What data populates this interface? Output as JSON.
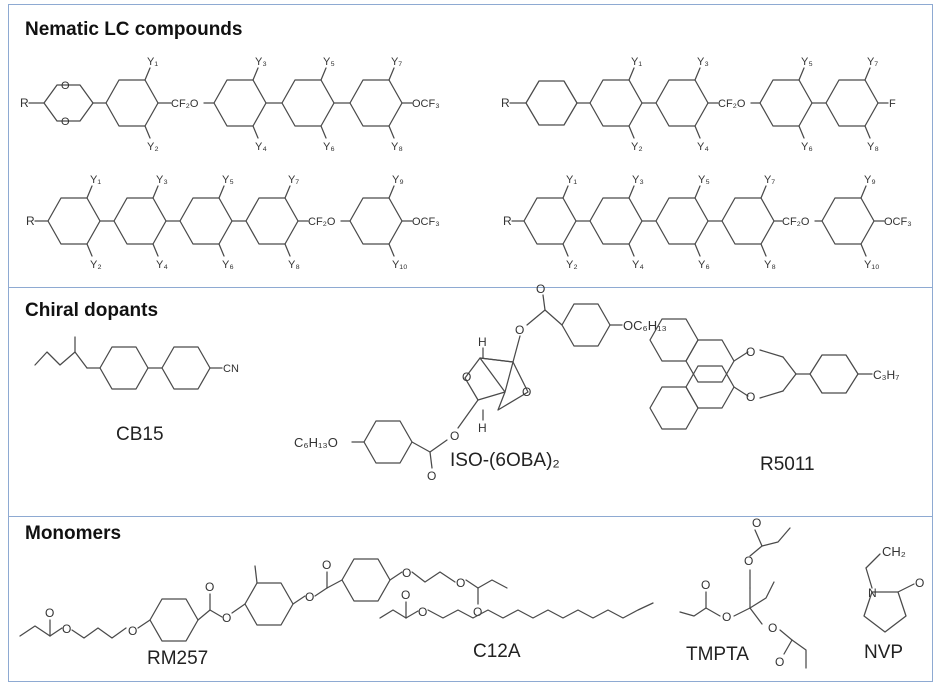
{
  "sections": {
    "nematic": {
      "title": "Nematic LC compounds"
    },
    "chiral": {
      "title": "Chiral dopants"
    },
    "monomers": {
      "title": "Monomers"
    }
  },
  "atoms": {
    "R": "R",
    "O": "O",
    "F": "F",
    "H": "H",
    "CN": "CN",
    "CF2O": "CF₂O",
    "OCF3": "OCF₃",
    "OC6H13": "OC₆H₁₃",
    "C6H13O": "C₆H₁₃O",
    "C3H7": "C₃H₇",
    "CH2": "CH₂"
  },
  "substituents": {
    "y1": "Y₁",
    "y2": "Y₂",
    "y3": "Y₃",
    "y4": "Y₄",
    "y5": "Y₅",
    "y6": "Y₆",
    "y7": "Y₇",
    "y8": "Y₈",
    "y9": "Y₉",
    "y10": "Y₁₀"
  },
  "compounds": {
    "cb15": "CB15",
    "iso": "ISO-(6OBA)₂",
    "r5011": "R5011",
    "rm257": "RM257",
    "c12a": "C12A",
    "tmpta": "TMPTA",
    "nvp": "NVP"
  }
}
